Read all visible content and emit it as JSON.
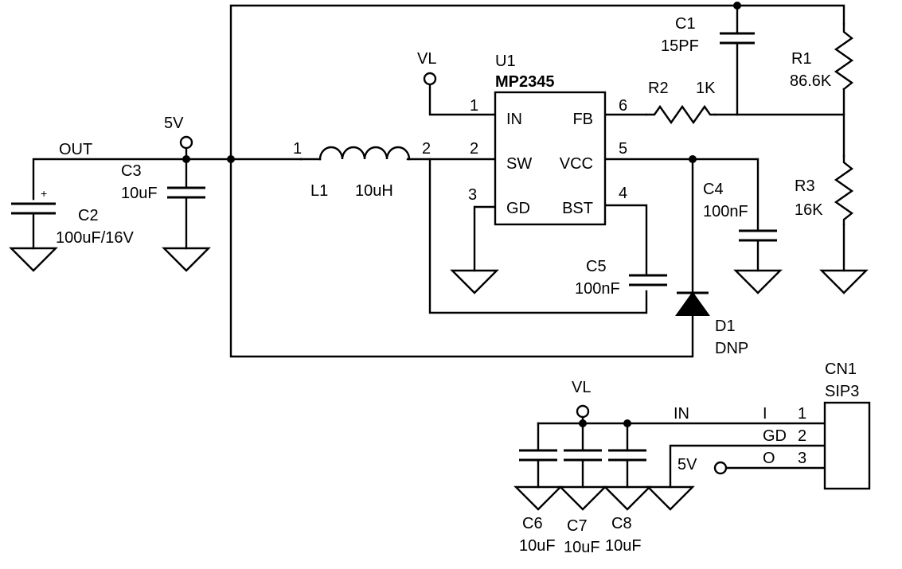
{
  "nets": {
    "out": "OUT",
    "vl_top": "VL",
    "vl_bottom": "VL",
    "v5_top": "5V",
    "v5_bottom": "5V",
    "in": "IN"
  },
  "u1": {
    "ref": "U1",
    "part": "MP2345",
    "pins": [
      {
        "num": "1",
        "name": "IN"
      },
      {
        "num": "2",
        "name": "SW"
      },
      {
        "num": "3",
        "name": "GD"
      },
      {
        "num": "6",
        "name": "FB"
      },
      {
        "num": "5",
        "name": "VCC"
      },
      {
        "num": "4",
        "name": "BST"
      }
    ]
  },
  "l1": {
    "ref": "L1",
    "value": "10uH",
    "pin1": "1",
    "pin2": "2"
  },
  "r1": {
    "ref": "R1",
    "value": "86.6K"
  },
  "r2": {
    "ref": "R2",
    "value": "1K"
  },
  "r3": {
    "ref": "R3",
    "value": "16K"
  },
  "c1": {
    "ref": "C1",
    "value": "15PF"
  },
  "c2": {
    "ref": "C2",
    "value": "100uF/16V",
    "polarity": "+"
  },
  "c3": {
    "ref": "C3",
    "value": "10uF"
  },
  "c4": {
    "ref": "C4",
    "value": "100nF"
  },
  "c5": {
    "ref": "C5",
    "value": "100nF"
  },
  "c6": {
    "ref": "C6",
    "value": "10uF"
  },
  "c7": {
    "ref": "C7",
    "value": "10uF"
  },
  "c8": {
    "ref": "C8",
    "value": "10uF"
  },
  "d1": {
    "ref": "D1",
    "value": "DNP"
  },
  "cn1": {
    "ref": "CN1",
    "part": "SIP3",
    "pins": [
      {
        "num": "1",
        "name": "I"
      },
      {
        "num": "2",
        "name": "GD"
      },
      {
        "num": "3",
        "name": "O"
      }
    ]
  }
}
